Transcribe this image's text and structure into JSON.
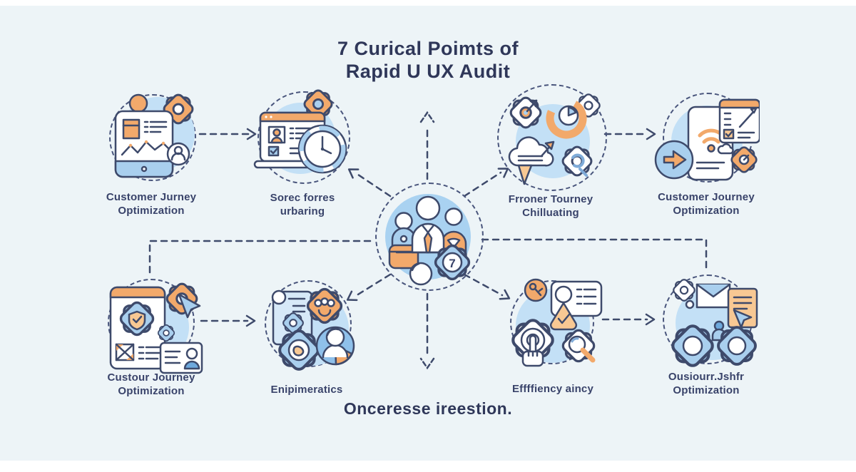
{
  "title": {
    "line1": "7 Curical Poimts of",
    "line2": "Rapid U UX Audit"
  },
  "tagline": "Onceresse ireestion.",
  "center": {
    "icon": "team-meeting-gear",
    "badge_number": "7"
  },
  "clusters": [
    {
      "position": "top-1",
      "icon": "tablet-analytics-gear-avatar",
      "label_line1": "Customer Jurney",
      "label_line2": "Optimization"
    },
    {
      "position": "top-2",
      "icon": "laptop-profile-gear-clock",
      "label_line1": "Sorec forres",
      "label_line2": "urbaring"
    },
    {
      "position": "top-3",
      "icon": "target-gear-cloud-gauge",
      "label_line1": "Frroner Tourney",
      "label_line2": "Chilluating"
    },
    {
      "position": "top-4",
      "icon": "phone-wifi-document-gear",
      "label_line1": "Customer Journey",
      "label_line2": "Optimization"
    },
    {
      "position": "bottom-1",
      "icon": "phone-gear-cursor-idcard",
      "label_line1": "Custour Journey",
      "label_line2": "Optimization"
    },
    {
      "position": "bottom-2",
      "icon": "document-gears-mascot-person",
      "label_line1": "Enipimeratics",
      "label_line2": ""
    },
    {
      "position": "bottom-3",
      "icon": "key-card-shield-gear-magnifier",
      "label_line1": "Effffiency aincy",
      "label_line2": ""
    },
    {
      "position": "bottom-4",
      "icon": "gears-envelope-document-arrow",
      "label_line1": "Ousiourr.Jshfr",
      "label_line2": "Optimization"
    }
  ],
  "colors": {
    "background": "#edf4f7",
    "outline": "#3e4a6b",
    "text": "#39436a",
    "title_text": "#2f3759",
    "orange": "#f2a96b",
    "orange_light": "#f8c893",
    "blue": "#a9cfee",
    "blue_blob": "#c3e0f6",
    "center_fill": "#a9d2f1"
  }
}
